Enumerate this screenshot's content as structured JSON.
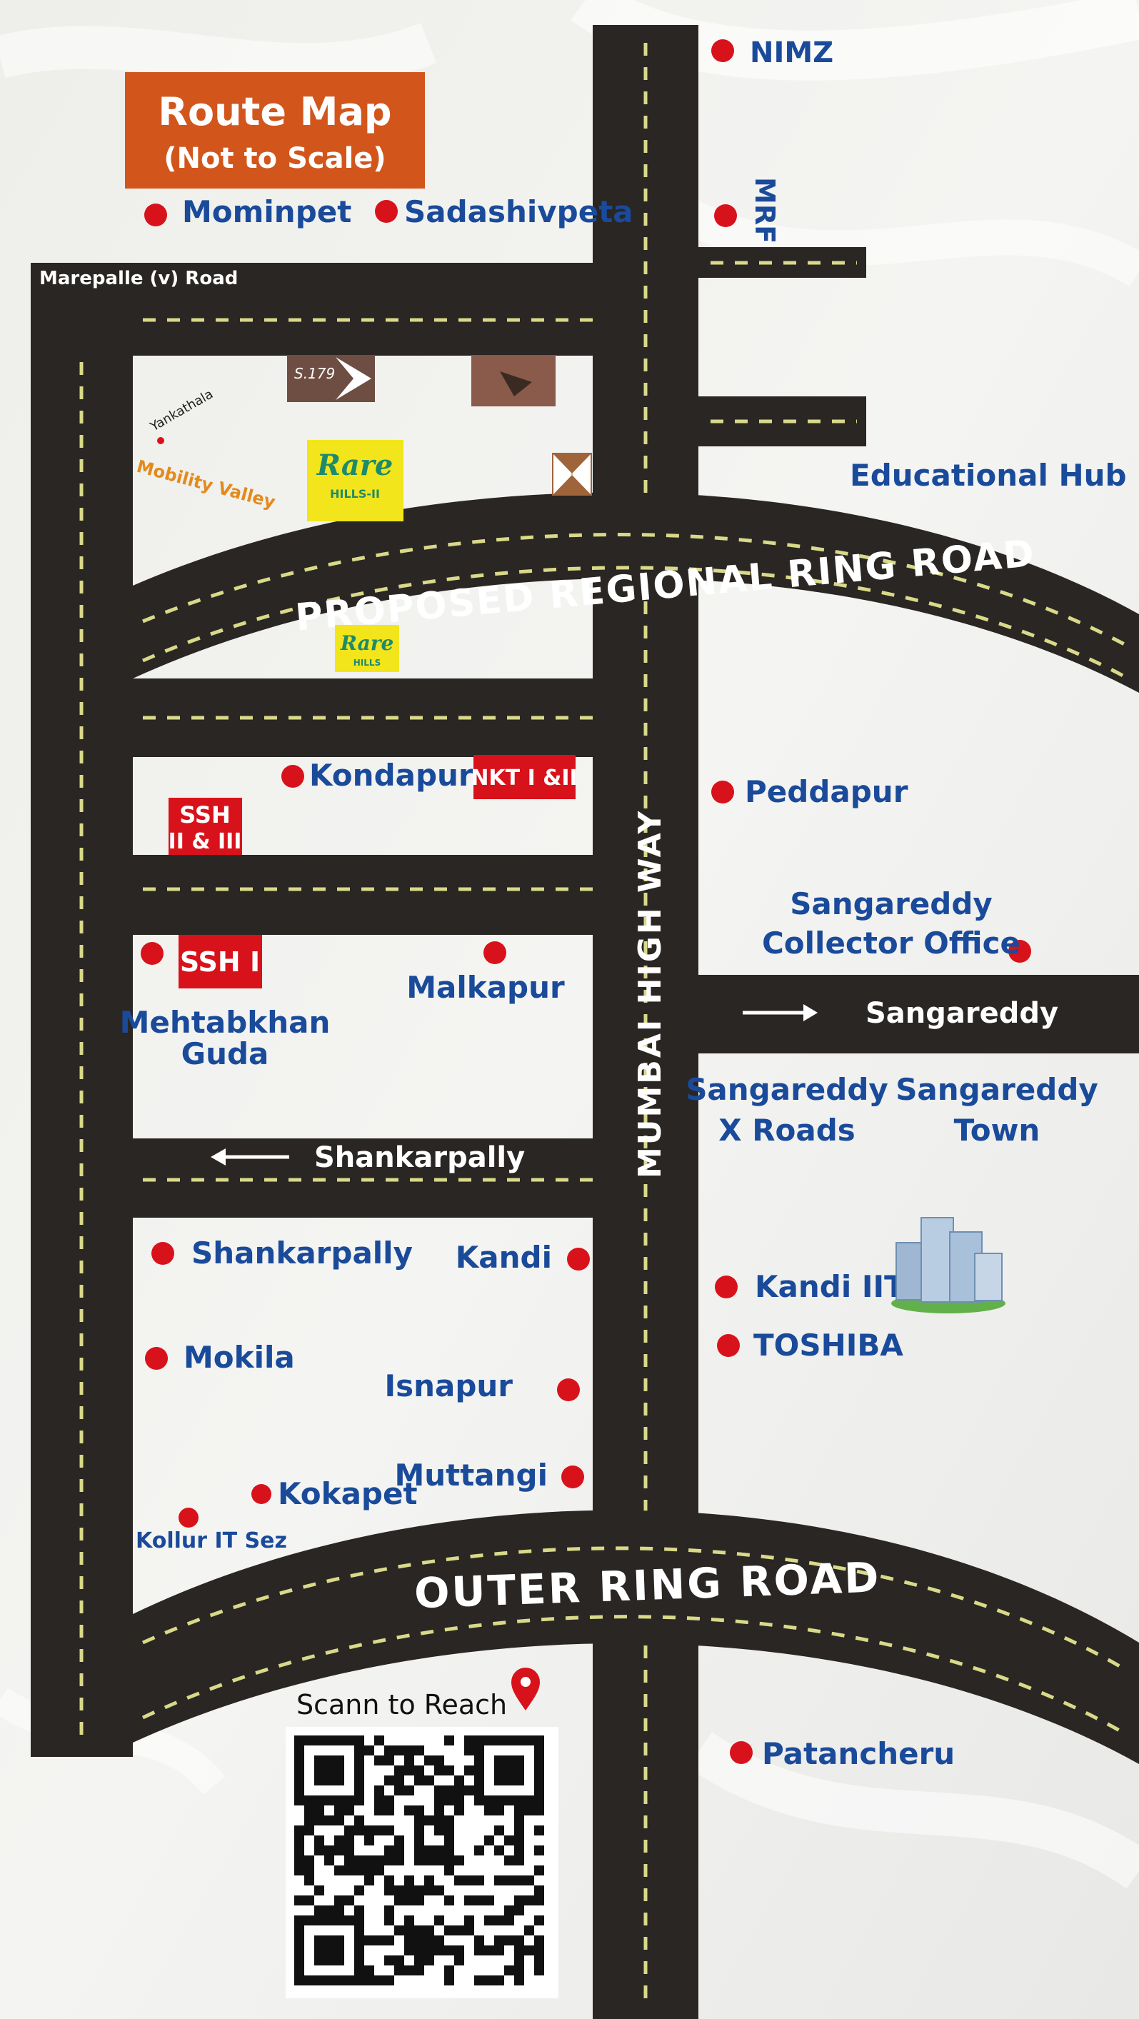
{
  "title": {
    "main": "Route Map",
    "sub": "(Not to Scale)"
  },
  "roads": {
    "highway": "MUMBAI HIGH WAY",
    "regional_ring": "PROPOSED REGIONAL RING ROAD",
    "outer_ring": "OUTER RING ROAD",
    "marepalle": "Marepalle (v) Road",
    "to_sangareddy": "Sangareddy",
    "to_shankarpally": "Shankarpally"
  },
  "places": {
    "nimz": "NIMZ",
    "mrf": "MRF",
    "mominpet": "Mominpet",
    "sadashivpeta": "Sadashivpeta",
    "educational_hub": "Educational Hub",
    "yankathala": "Yankathala",
    "mobility_valley": "Mobility Valley",
    "kondapur": "Kondapur",
    "peddapur": "Peddapur",
    "collector_1": "Sangareddy",
    "collector_2": "Collector Office",
    "malkapur": "Malkapur",
    "mehtabkhan_1": "Mehtabkhan",
    "mehtabkhan_2": "Guda",
    "xroads_1": "Sangareddy",
    "xroads_2": "X Roads",
    "town_1": "Sangareddy",
    "town_2": "Town",
    "shankarpally": "Shankarpally",
    "kandi": "Kandi",
    "kandi_iit": "Kandi IIT",
    "toshiba": "TOSHIBA",
    "mokila": "Mokila",
    "isnapur": "Isnapur",
    "muttangi": "Muttangi",
    "kokapet": "Kokapet",
    "kollur": "Kollur IT Sez",
    "patancheru": "Patancheru"
  },
  "projects": {
    "s179": "S.179",
    "rare_hills_2": "Rare",
    "rare_hills_2_sub": "HILLS-II",
    "rare_hills": "Rare",
    "rare_hills_sub": "HILLS",
    "nkt": "NKT I &II",
    "ssh23_1": "SSH",
    "ssh23_2": "II & III",
    "ssh1": "SSH I"
  },
  "qr": {
    "caption": "Scann to Reach"
  },
  "colors": {
    "road": "#2a2623",
    "label": "#1a4a9a",
    "dot": "#d8121b",
    "title_bg": "#d2561c",
    "badge": "#d8121b"
  }
}
